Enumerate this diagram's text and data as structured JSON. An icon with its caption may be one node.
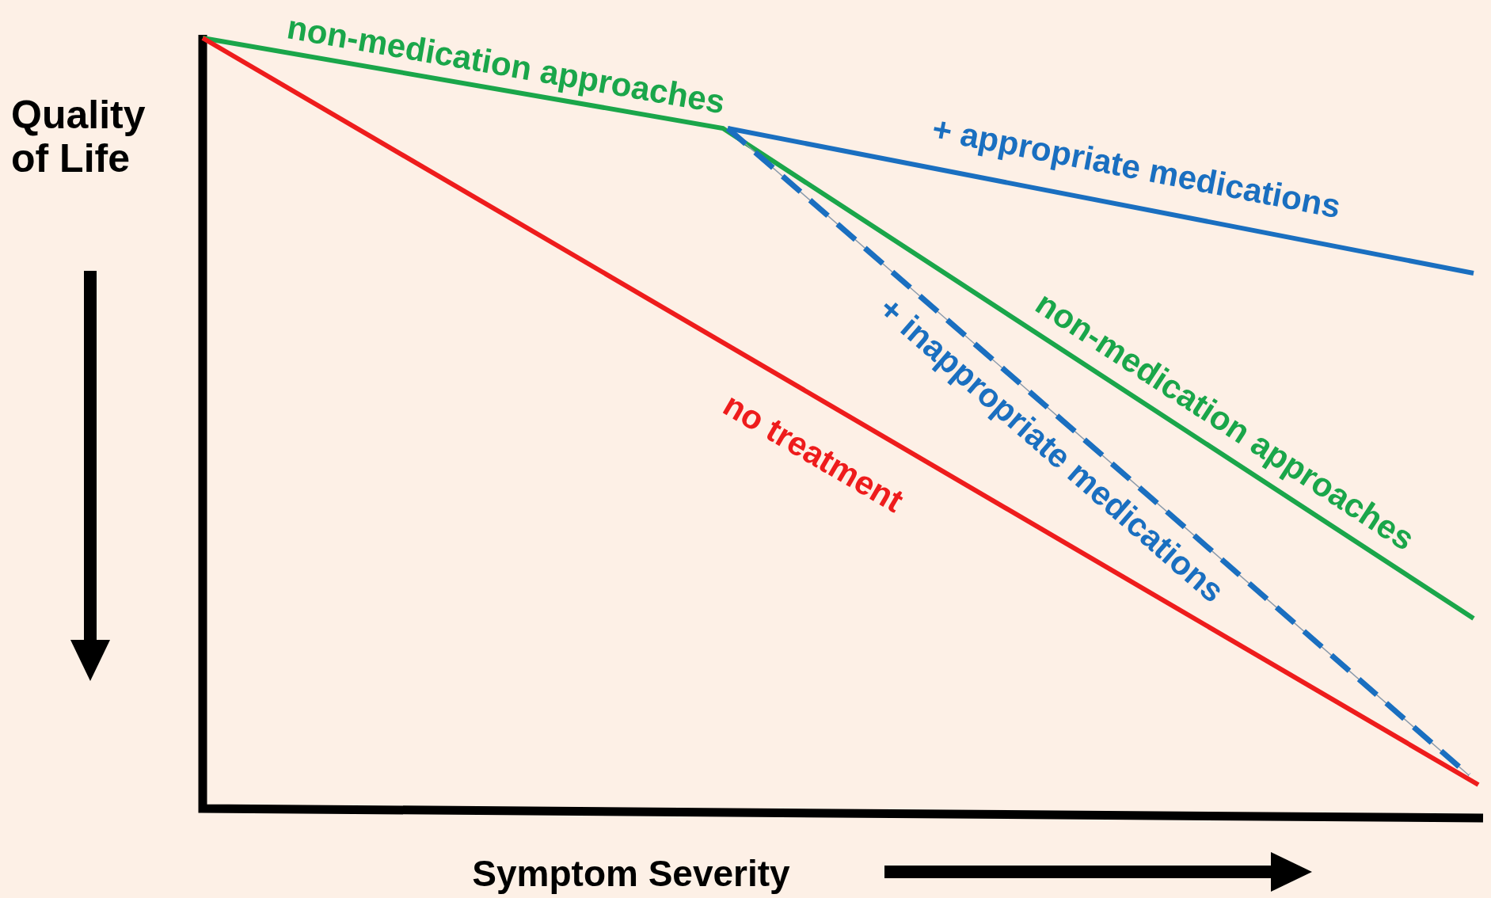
{
  "diagram": {
    "labels": [
      "non-medication approaches",
      "Quality of Life",
      "+ appropriate medications",
      "non-medication approaches",
      "+ inappropriate medications",
      "no treatment",
      "Symptom Severity"
    ]
  }
}
